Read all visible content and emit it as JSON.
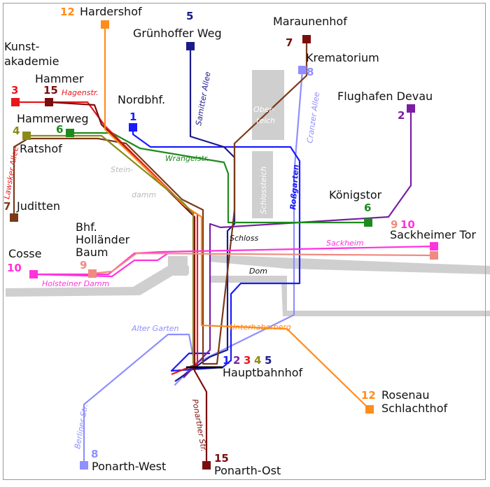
{
  "stops": {
    "hardershof": "Hardershof",
    "gruenhoffer_weg": "Grünhoffer Weg",
    "maraunenhof": "Maraunenhof",
    "kunstakademie_1": "Kunst-",
    "kunstakademie_2": "akademie",
    "krematorium": "Krematorium",
    "hammer": "Hammer",
    "flughafen_devau": "Flughafen Devau",
    "nordbhf": "Nordbhf.",
    "hammerweg": "Hammerweg",
    "ratshof": "Ratshof",
    "juditten": "Juditten",
    "koenigstor": "Königstor",
    "bhf_hollaender_1": "Bhf.",
    "bhf_hollaender_2": "Holländer",
    "bhf_hollaender_3": "Baum",
    "cosse": "Cosse",
    "sackheimer_tor": "Sackheimer Tor",
    "hauptbahnhof": "Hauptbahnhof",
    "rosenau": "Rosenau",
    "schlachthof": "Schlachthof",
    "ponarth_west": "Ponarth-West",
    "ponarth_ost": "Ponarth-Ost"
  },
  "streets": {
    "hagenstr": "Hagenstr.",
    "samitter_allee": "Samitter Allee",
    "cranzer_allee": "Cranzer Allee",
    "wrangelstr": "Wrangelstr.",
    "lawsker_allee": "Lawsker Allee",
    "steindamm_1": "Stein-",
    "steindamm_2": "damm",
    "rossgarten": "Roßgarten",
    "schloss": "Schloss",
    "sackheim": "Sackheim",
    "holsteiner_damm": "Holsteiner Damm",
    "dom": "Dom",
    "alter_garten": "Alter Garten",
    "unterhaberberg": "Unterhaberberg",
    "berliner_str": "Berliner Str.",
    "ponarther_str": "Ponarther Str."
  },
  "waters": {
    "oberteich_1": "Ober-",
    "oberteich_2": "teich",
    "schlossteich": "Schlossteich"
  },
  "lines": {
    "l1": "1",
    "l2": "2",
    "l3": "3",
    "l4": "4",
    "l5": "5",
    "l6": "6",
    "l7": "7",
    "l8": "8",
    "l9": "9",
    "l10": "10",
    "l12": "12",
    "l15": "15"
  },
  "colors": {
    "line1": "#1a1aff",
    "line2": "#7b1fa2",
    "line3": "#e8161b",
    "line4": "#8b8b1a",
    "line5": "#1a1a8c",
    "line6": "#1e8a1e",
    "line7": "#7a3a1a",
    "line8": "#8f8fff",
    "line9": "#f08a80",
    "line10": "#ff33dd",
    "line12": "#ff8c1a",
    "line15": "#7b0d0d",
    "river": "#cfcfcf"
  }
}
